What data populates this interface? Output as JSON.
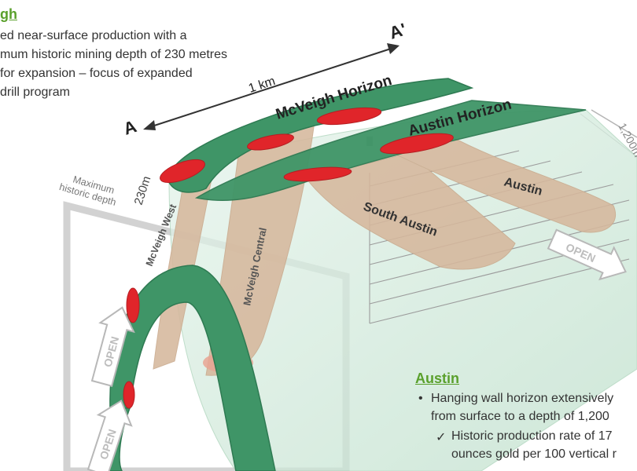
{
  "mcveigh_panel": {
    "heading": "gh",
    "lines": [
      "ed near-surface production with a",
      "mum historic mining depth of 230 metres",
      " for expansion – focus of expanded",
      " drill program"
    ]
  },
  "austin_panel": {
    "heading": "Austin",
    "bullet_symbol": "•",
    "bullet_lines": [
      "Hanging wall horizon extensively",
      "from surface to a depth of 1,200"
    ],
    "check_symbol": "✓",
    "check_lines": [
      "Historic production rate of 17",
      "ounces gold per 100 vertical r"
    ]
  },
  "diagram_labels": {
    "section_start": "A",
    "section_end": "A'",
    "length": "1 km",
    "mcveigh_horizon": "McVeigh Horizon",
    "austin_horizon": "Austin Horizon",
    "max_depth_label_line1": "Maximum",
    "max_depth_label_line2": "historic depth",
    "max_depth_value": "230m",
    "depth_right": "1,200m",
    "mcveigh_west": "McVeigh West",
    "mcveigh_central": "McVeigh Central",
    "south_austin": "South Austin",
    "austin": "Austin",
    "open": "OPEN"
  },
  "colors": {
    "horizon_green": "#3f9567",
    "horizon_dark": "#2e7a52",
    "body_green": "#cfe8d8",
    "ore_shoot": "#d4b79c",
    "high_grade": "#e0252a",
    "heading_green": "#5aa02c",
    "frame_grey": "#c9c9c9"
  }
}
